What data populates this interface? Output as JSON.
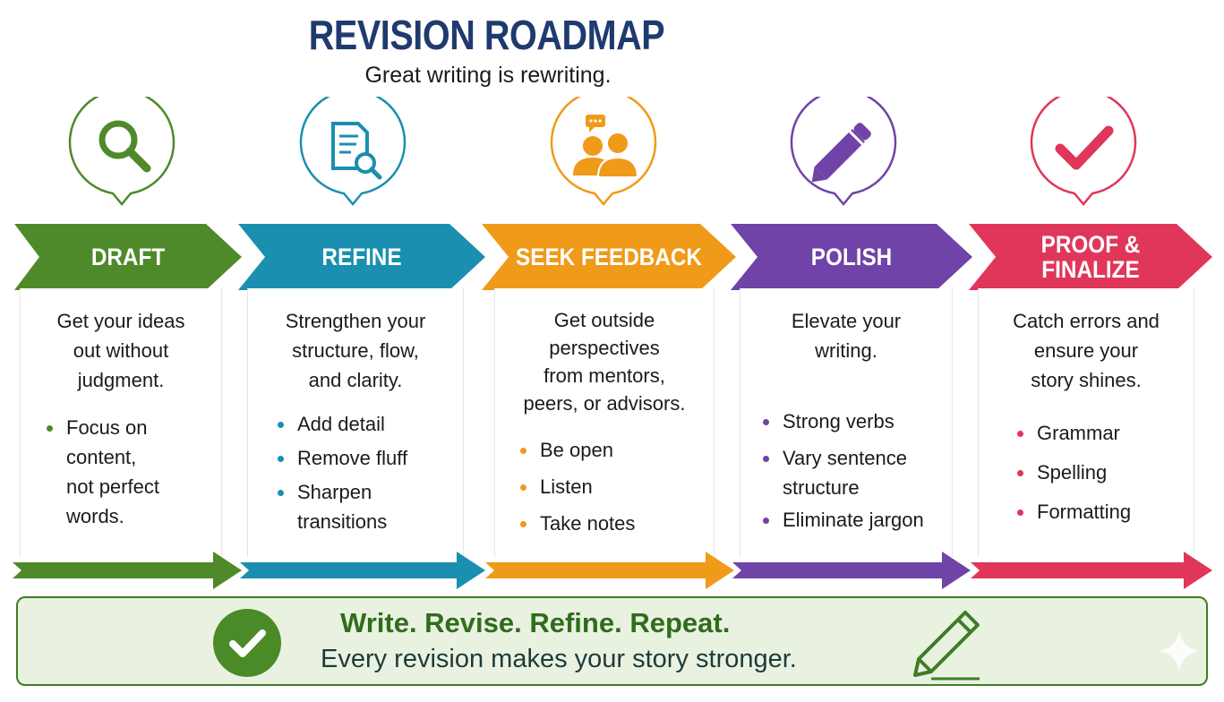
{
  "title": "REVISION ROADMAP",
  "subtitle": "Great writing is rewriting.",
  "stages": [
    {
      "label": "DRAFT",
      "color": "#4f8a2a",
      "icon": "magnifier-icon",
      "description": "Get your ideas\nout without\njudgment.",
      "bullets": [
        "Focus on\ncontent,\nnot perfect\nwords."
      ]
    },
    {
      "label": "REFINE",
      "color": "#1a8fb0",
      "icon": "document-search-icon",
      "description": "Strengthen your\nstructure, flow,\nand clarity.",
      "bullets": [
        "Add detail",
        "Remove fluff",
        "Sharpen\ntransitions"
      ]
    },
    {
      "label": "SEEK FEEDBACK",
      "color": "#f09a1a",
      "icon": "people-chat-icon",
      "description": "Get outside\nperspectives\nfrom mentors,\npeers, or advisors.",
      "bullets": [
        "Be open",
        "Listen",
        "Take notes"
      ]
    },
    {
      "label": "POLISH",
      "color": "#7043a8",
      "icon": "pencil-icon",
      "description": "Elevate your\nwriting.",
      "bullets": [
        "Strong verbs",
        "Vary sentence\nstructure",
        "Eliminate jargon"
      ]
    },
    {
      "label": "PROOF &\nFINALIZE",
      "color": "#e0365a",
      "icon": "checkmark-icon",
      "description": "Catch errors and\nensure your\nstory shines.",
      "bullets": [
        "Grammar",
        "Spelling",
        "Formatting"
      ]
    }
  ],
  "footer": {
    "motto": "Write. Revise. Refine. Repeat.",
    "tagline": "Every revision makes your story stronger.",
    "accent": "#3e7d25"
  }
}
